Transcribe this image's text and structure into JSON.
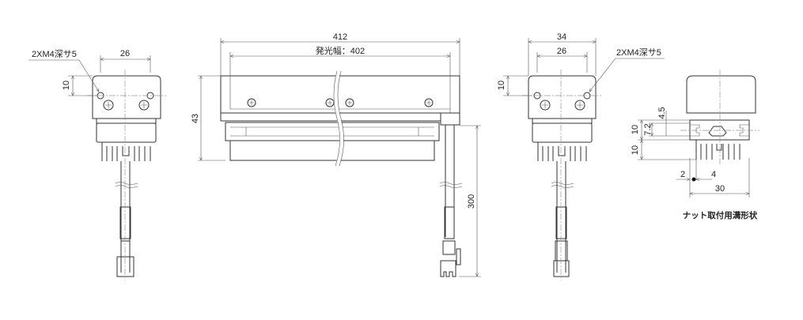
{
  "left_view": {
    "hole_note": "2XM4深サ5",
    "dim_hole_pitch": "26",
    "dim_hole_height": "10"
  },
  "front_view": {
    "dim_total_length": "412",
    "dim_emitting_width": "発光幅：402",
    "dim_height": "43",
    "dim_cable_length": "300"
  },
  "right_view": {
    "dim_width": "34",
    "dim_hole_pitch": "26",
    "hole_note": "2XM4深サ5",
    "dim_hole_height": "10"
  },
  "section_view": {
    "dim_4_5": "4.5",
    "dim_7_2": "7.2",
    "dim_10_upper": "10",
    "dim_10_lower": "10",
    "dim_2": "2",
    "dim_4": "4",
    "dim_30": "30",
    "caption": "ナット取付用溝形状"
  }
}
